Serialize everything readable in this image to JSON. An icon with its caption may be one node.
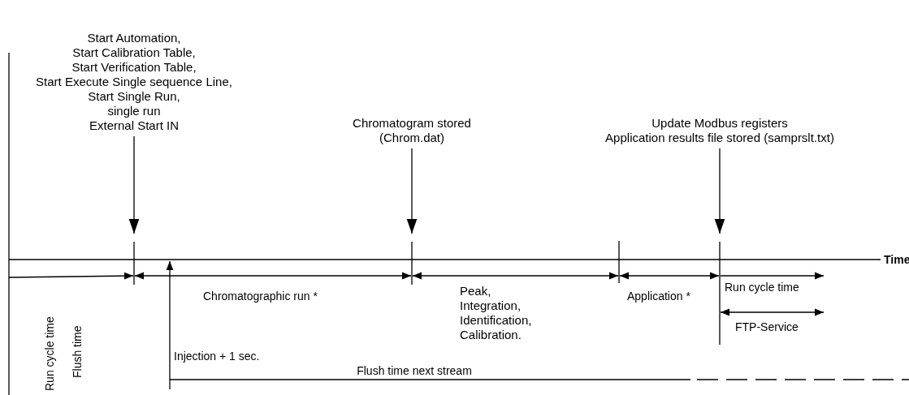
{
  "diagram": {
    "nodes": [
      {
        "text": [
          "Start Automation,",
          "Start Calibration Table,",
          "Start Verification Table,",
          "Start Execute Single sequence Line,",
          "Start Single Run,",
          "single run",
          "External Start IN"
        ]
      },
      {
        "text": [
          "Chromatogram stored",
          "(Chrom.dat)"
        ]
      },
      {
        "text": [
          "Update Modbus registers",
          "Application results file stored (samprslt.txt)"
        ]
      }
    ],
    "edges": [
      {
        "from": 0,
        "to": null,
        "arrow": "to"
      },
      {
        "from": 1,
        "to": null,
        "arrow": "to"
      },
      {
        "from": 2,
        "to": null,
        "arrow": "to"
      }
    ],
    "labels": [
      "Time",
      "Chromatographic run *",
      "Peak, Integration, Identification, Calibration.",
      "Application *",
      "Run cycle time",
      "FTP-Service",
      "Run cycle time",
      "Flush time",
      "Injection + 1 sec.",
      "Flush time next stream"
    ]
  }
}
